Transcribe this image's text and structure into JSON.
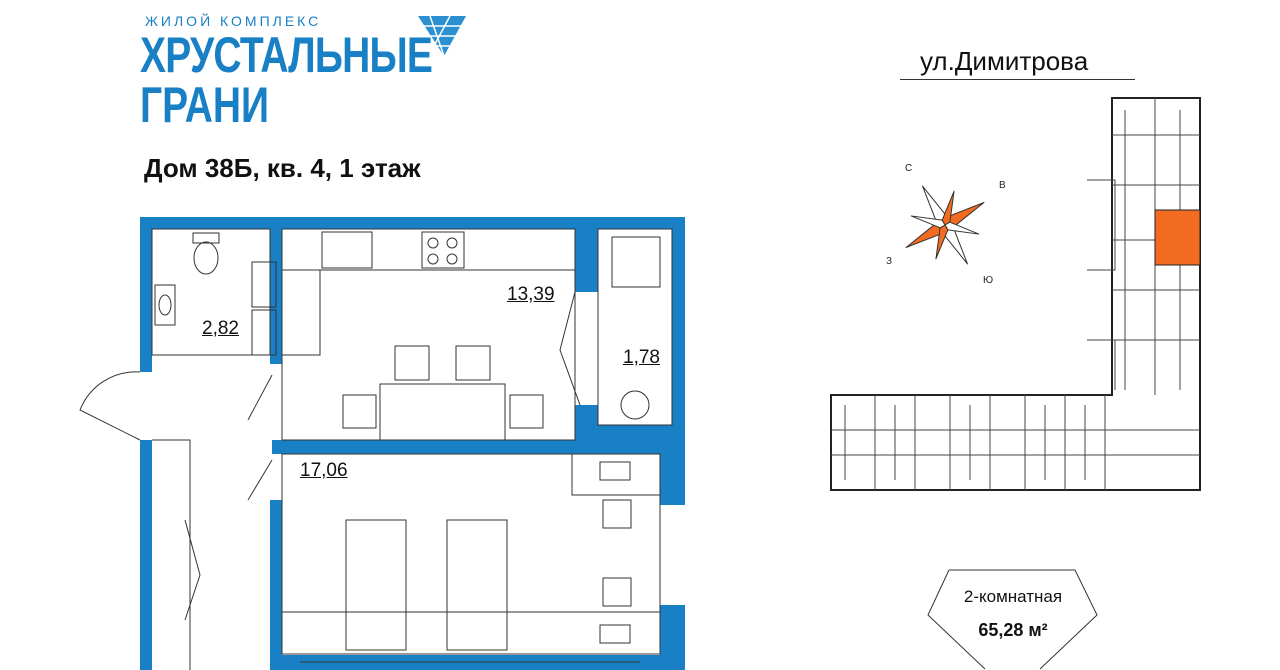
{
  "brand": {
    "subtitle": "ЖИЛОЙ КОМПЛЕКС",
    "line1": "ХРУСТАЛЬНЫЕ",
    "line2": "ГРАНИ",
    "color": "#1a80c6"
  },
  "title": "Дом 38Б, кв. 4, 1 этаж",
  "street": "ул.Димитрова",
  "rooms": {
    "bathroom": "2,82",
    "kitchen": "13,39",
    "balcony": "1,78",
    "bedroom": "17,06"
  },
  "compass": {
    "north": "С",
    "east": "В",
    "west": "З",
    "south": "Ю"
  },
  "apartment": {
    "type": "2-комнатная",
    "area": "65,28 м²"
  },
  "colors": {
    "wall": "#1a80c6",
    "highlight": "#f26b21"
  }
}
